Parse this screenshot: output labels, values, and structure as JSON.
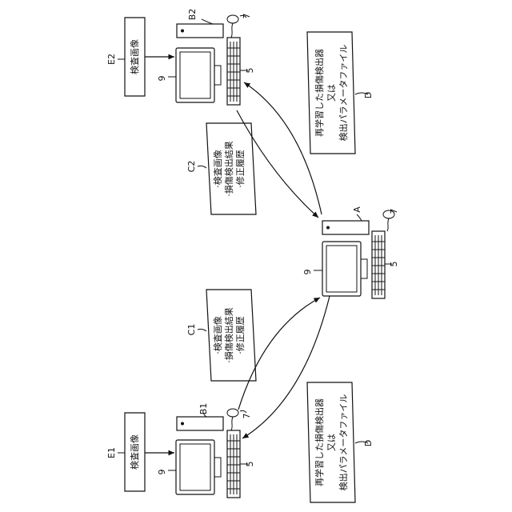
{
  "diagram": {
    "labels": {
      "server": "A",
      "terminal1": "B1",
      "terminal2": "B2",
      "upload1": "C1",
      "upload2": "C2",
      "download": "D",
      "image1": "E1",
      "image2": "E2",
      "display_ref": "9",
      "keyboard_ref": "5",
      "mouse_ref": "7"
    },
    "notes": {
      "inspection_image": "検査画像",
      "upload_lines": [
        "·検査画像",
        "·損傷検出結果",
        "·修正履歴"
      ],
      "download_lines": [
        "再学習した損傷検出器",
        "又は",
        "検出パラメータファイル"
      ]
    }
  }
}
